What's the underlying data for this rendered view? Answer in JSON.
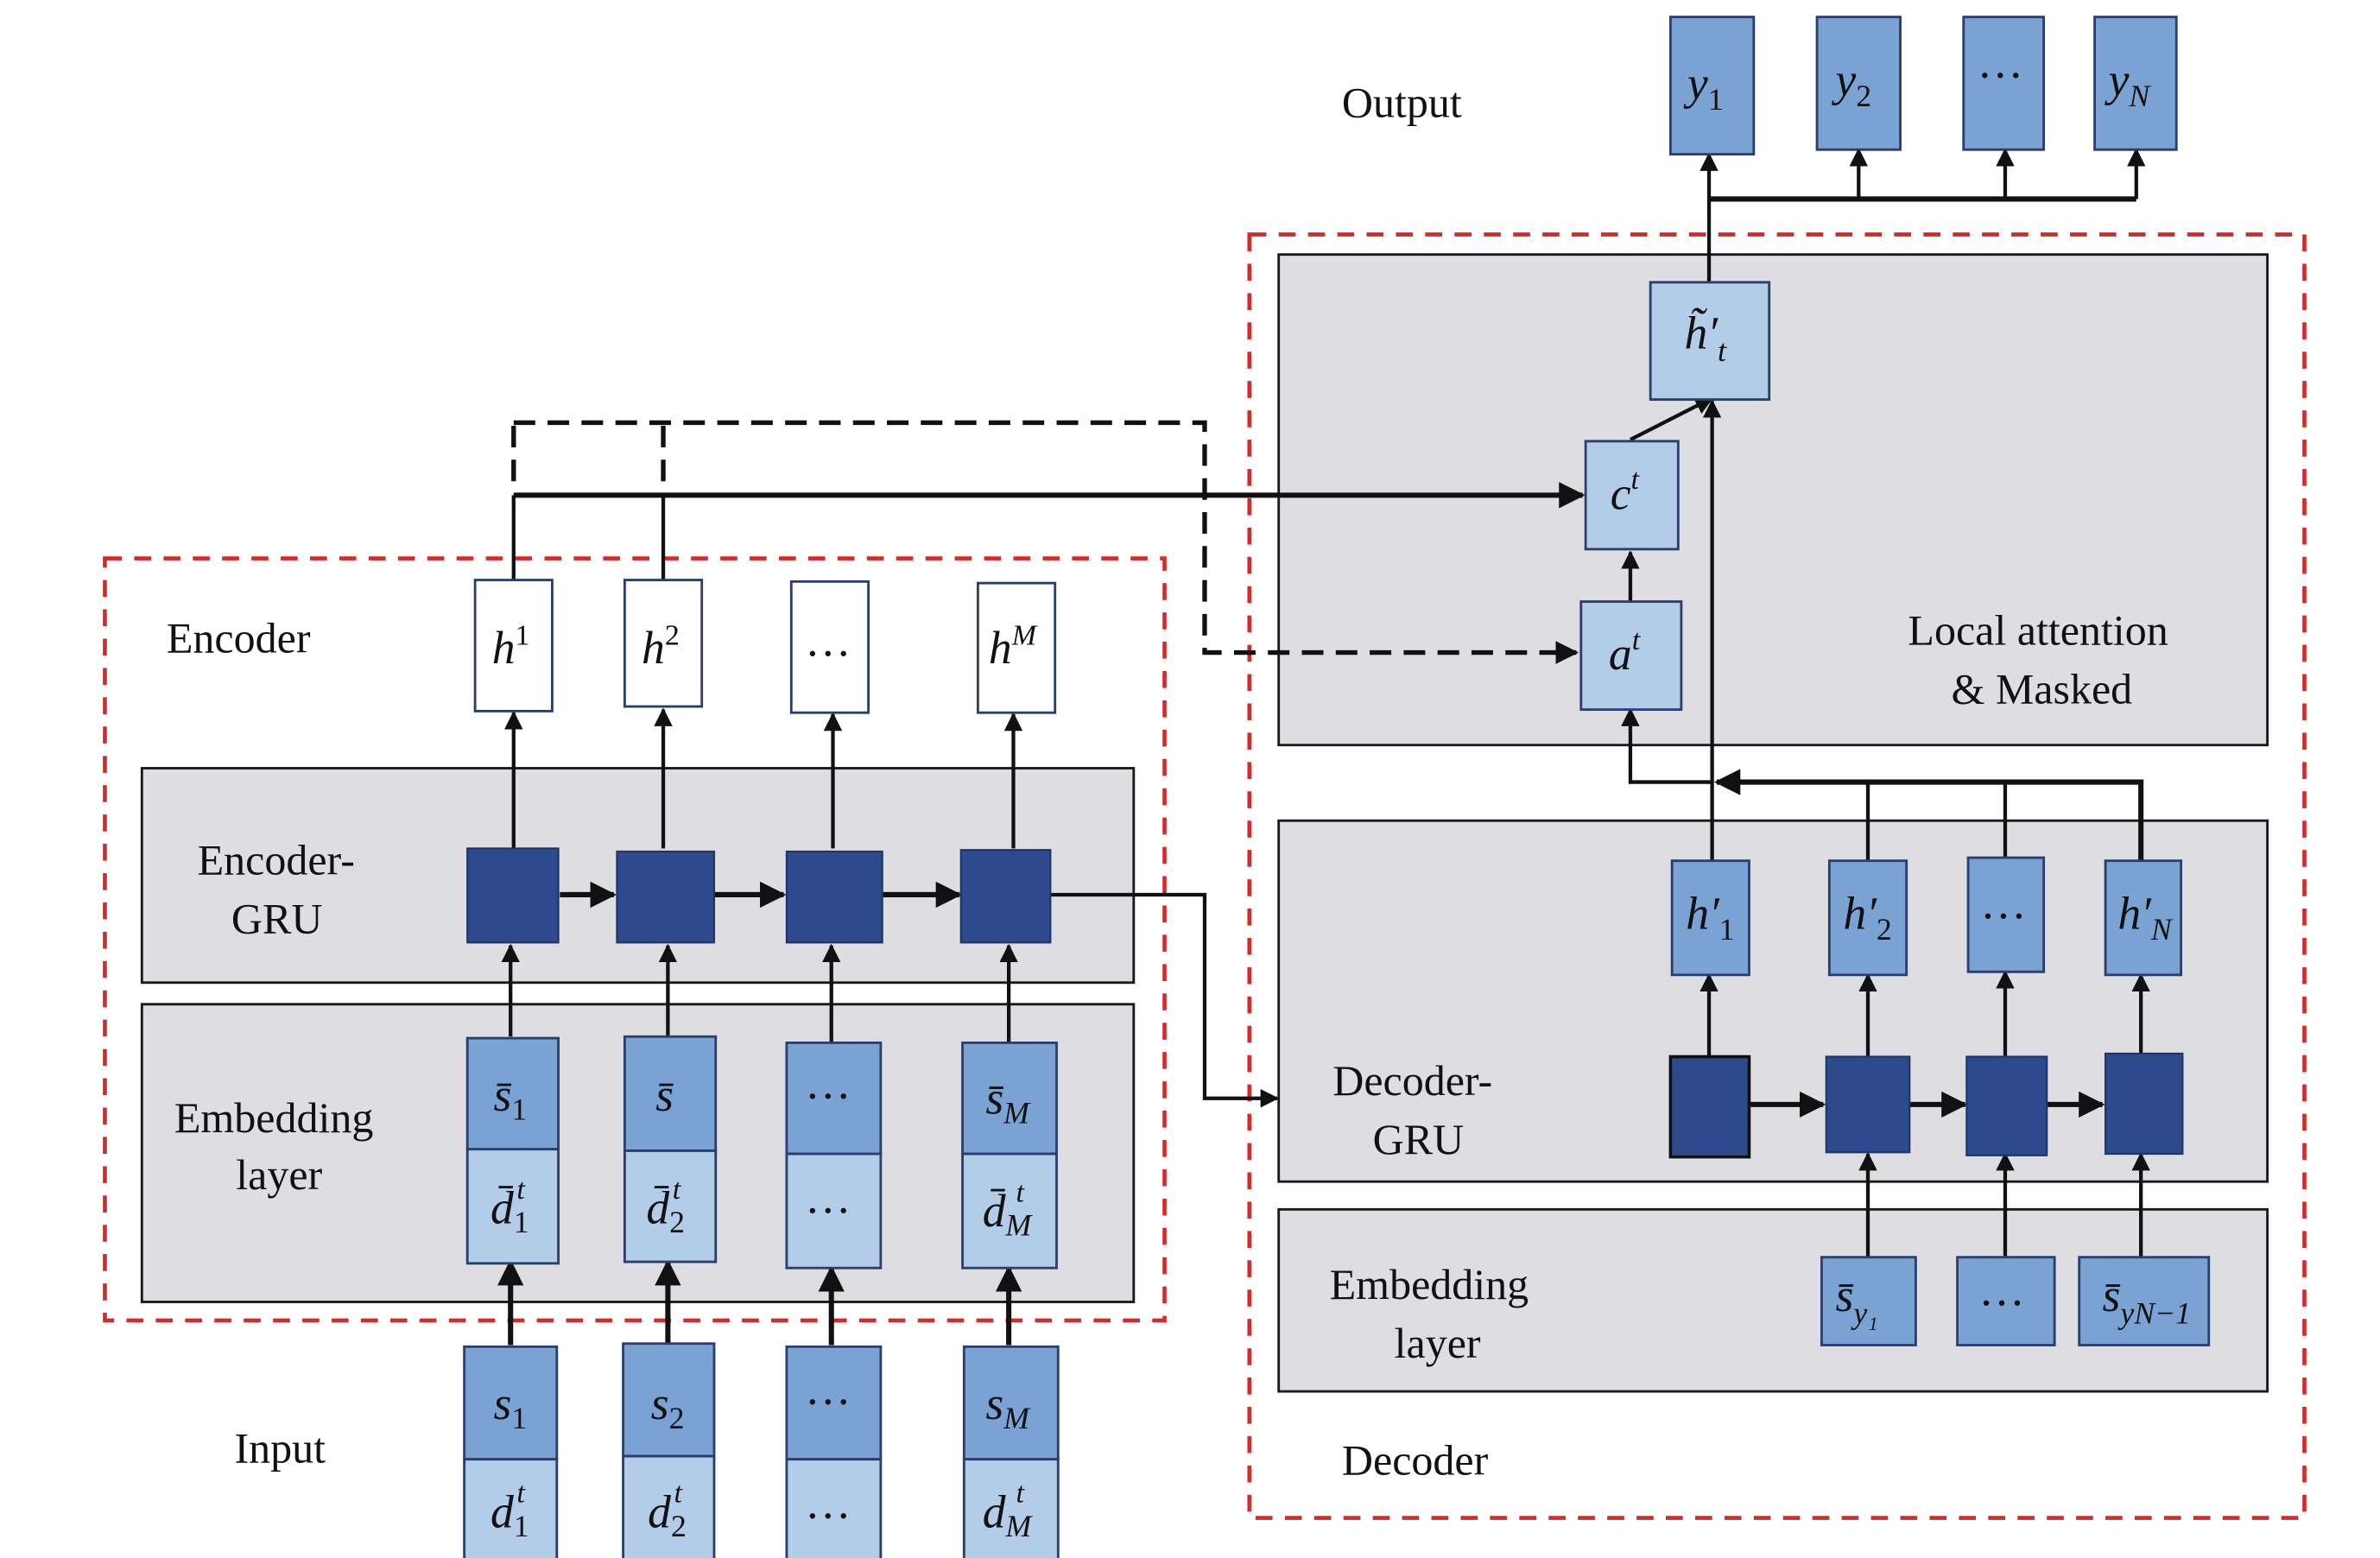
{
  "diagram": {
    "type": "encoder-decoder GRU with local attention",
    "colors": {
      "gru_cell": "#2c4a8c",
      "embedding_mid": "#7aa3d4",
      "embedding_light": "#b3cde9",
      "panel": "#dedde2",
      "group_border": "#d32b2b"
    },
    "labels": {
      "output": "Output",
      "encoder": "Encoder",
      "encoder_gru_1": "Encoder-",
      "encoder_gru_2": "GRU",
      "embedding_1": "Embedding",
      "embedding_2": "layer",
      "input": "Input",
      "local_attention_1": "Local attention",
      "local_attention_2": "& Masked",
      "decoder_gru_1": "Decoder-",
      "decoder_gru_2": "GRU",
      "dec_embedding_1": "Embedding",
      "dec_embedding_2": "layer",
      "decoder": "Decoder"
    },
    "outputs": [
      {
        "base": "y",
        "sub": "1"
      },
      {
        "base": "y",
        "sub": "2"
      },
      {
        "base": "…",
        "sub": ""
      },
      {
        "base": "y",
        "sub": "N"
      }
    ],
    "encoder_hidden": [
      {
        "base": "h",
        "sup": "1"
      },
      {
        "base": "h",
        "sup": "2"
      },
      {
        "base": "…",
        "sup": ""
      },
      {
        "base": "h",
        "sup": "M"
      }
    ],
    "encoder_embedding": [
      {
        "top": {
          "base": "s̄",
          "sub": "1"
        },
        "bottom": {
          "base": "d̄",
          "sub": "1",
          "sup": "t"
        }
      },
      {
        "top": {
          "base": "s̄",
          "sub": ""
        },
        "bottom": {
          "base": "d̄",
          "sub": "2",
          "sup": "t"
        }
      },
      {
        "top": {
          "base": "…",
          "sub": ""
        },
        "bottom": {
          "base": "…",
          "sub": "",
          "sup": ""
        }
      },
      {
        "top": {
          "base": "s̄",
          "sub": "M"
        },
        "bottom": {
          "base": "d̄",
          "sub": "M",
          "sup": "t"
        }
      }
    ],
    "inputs": [
      {
        "top": {
          "base": "s",
          "sub": "1"
        },
        "bottom": {
          "base": "d",
          "sub": "1",
          "sup": "t"
        }
      },
      {
        "top": {
          "base": "s",
          "sub": "2"
        },
        "bottom": {
          "base": "d",
          "sub": "2",
          "sup": "t"
        }
      },
      {
        "top": {
          "base": "…",
          "sub": ""
        },
        "bottom": {
          "base": "…",
          "sub": "",
          "sup": ""
        }
      },
      {
        "top": {
          "base": "s",
          "sub": "M"
        },
        "bottom": {
          "base": "d",
          "sub": "M",
          "sup": "t"
        }
      }
    ],
    "attention": {
      "h_tilde": {
        "base": "h̃′",
        "sub": "t"
      },
      "context": {
        "base": "c",
        "sup": "t"
      },
      "align": {
        "base": "a",
        "sup": "t"
      }
    },
    "decoder_hidden": [
      {
        "base": "h′",
        "sub": "1"
      },
      {
        "base": "h′",
        "sub": "2"
      },
      {
        "base": "…",
        "sub": ""
      },
      {
        "base": "h′",
        "sub": "N"
      }
    ],
    "decoder_embedding": [
      {
        "base": "s̄",
        "sub": "y₁"
      },
      {
        "base": "…",
        "sub": ""
      },
      {
        "base": "s̄",
        "sub": "yN−1"
      }
    ]
  }
}
